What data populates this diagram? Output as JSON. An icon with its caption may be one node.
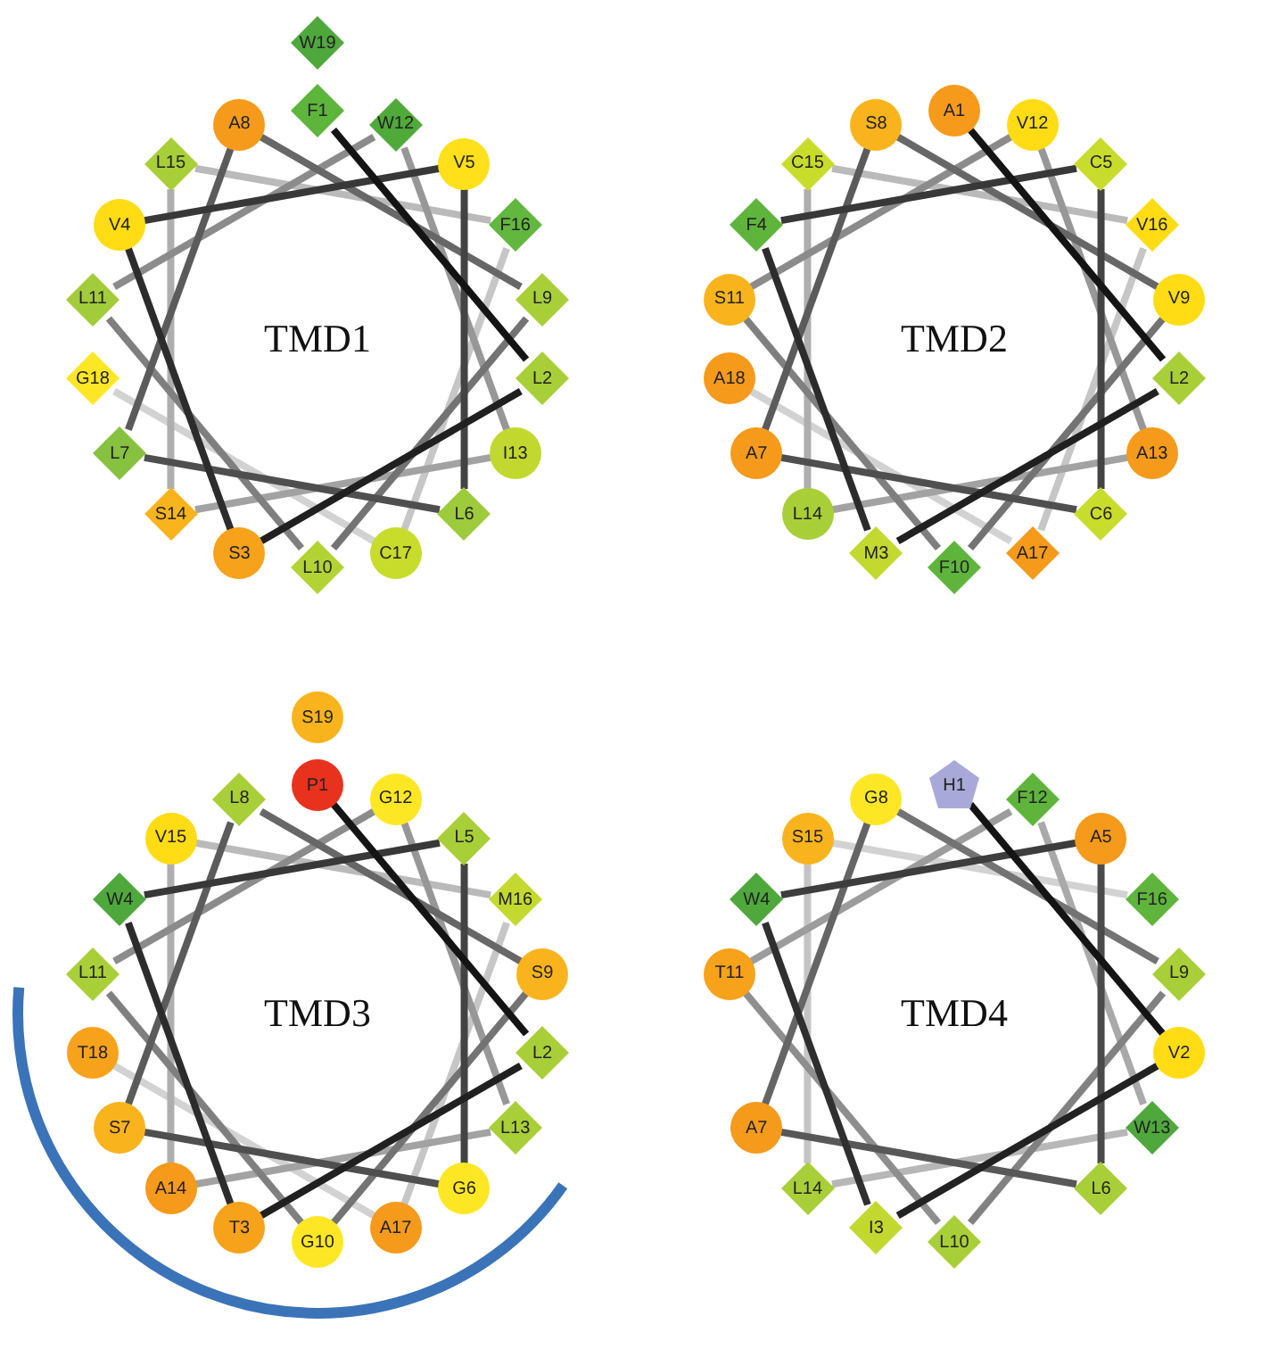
{
  "diagram": {
    "nodes": [
      {
        "text": [
          "F1"
        ]
      },
      {
        "text": [
          "L2"
        ]
      },
      {
        "text": [
          "S3"
        ]
      },
      {
        "text": [
          "V4"
        ]
      },
      {
        "text": [
          "V5"
        ]
      },
      {
        "text": [
          "L6"
        ]
      },
      {
        "text": [
          "L7"
        ]
      },
      {
        "text": [
          "A8"
        ]
      },
      {
        "text": [
          "L9"
        ]
      },
      {
        "text": [
          "L10"
        ]
      },
      {
        "text": [
          "L11"
        ]
      },
      {
        "text": [
          "W12"
        ]
      },
      {
        "text": [
          "I13"
        ]
      },
      {
        "text": [
          "S14"
        ]
      },
      {
        "text": [
          "L15"
        ]
      },
      {
        "text": [
          "F16"
        ]
      },
      {
        "text": [
          "C17"
        ]
      },
      {
        "text": [
          "G18"
        ]
      },
      {
        "text": [
          "W19"
        ]
      },
      {
        "text": [
          "A1"
        ]
      },
      {
        "text": [
          "L2"
        ]
      },
      {
        "text": [
          "M3"
        ]
      },
      {
        "text": [
          "F4"
        ]
      },
      {
        "text": [
          "C5"
        ]
      },
      {
        "text": [
          "C6"
        ]
      },
      {
        "text": [
          "A7"
        ]
      },
      {
        "text": [
          "S8"
        ]
      },
      {
        "text": [
          "V9"
        ]
      },
      {
        "text": [
          "F10"
        ]
      },
      {
        "text": [
          "S11"
        ]
      },
      {
        "text": [
          "V12"
        ]
      },
      {
        "text": [
          "A13"
        ]
      },
      {
        "text": [
          "L14"
        ]
      },
      {
        "text": [
          "C15"
        ]
      },
      {
        "text": [
          "V16"
        ]
      },
      {
        "text": [
          "A17"
        ]
      },
      {
        "text": [
          "A18"
        ]
      },
      {
        "text": [
          "P1"
        ]
      },
      {
        "text": [
          "L2"
        ]
      },
      {
        "text": [
          "T3"
        ]
      },
      {
        "text": [
          "W4"
        ]
      },
      {
        "text": [
          "L5"
        ]
      },
      {
        "text": [
          "G6"
        ]
      },
      {
        "text": [
          "S7"
        ]
      },
      {
        "text": [
          "L8"
        ]
      },
      {
        "text": [
          "S9"
        ]
      },
      {
        "text": [
          "G10"
        ]
      },
      {
        "text": [
          "L11"
        ]
      },
      {
        "text": [
          "G12"
        ]
      },
      {
        "text": [
          "L13"
        ]
      },
      {
        "text": [
          "A14"
        ]
      },
      {
        "text": [
          "V15"
        ]
      },
      {
        "text": [
          "M16"
        ]
      },
      {
        "text": [
          "A17"
        ]
      },
      {
        "text": [
          "T18"
        ]
      },
      {
        "text": [
          "S19"
        ]
      },
      {
        "text": [
          "H1"
        ]
      },
      {
        "text": [
          "V2"
        ]
      },
      {
        "text": [
          "I3"
        ]
      },
      {
        "text": [
          "W4"
        ]
      },
      {
        "text": [
          "A5"
        ]
      },
      {
        "text": [
          "L6"
        ]
      },
      {
        "text": [
          "A7"
        ]
      },
      {
        "text": [
          "G8"
        ]
      },
      {
        "text": [
          "L9"
        ]
      },
      {
        "text": [
          "L10"
        ]
      },
      {
        "text": [
          "T11"
        ]
      },
      {
        "text": [
          "F12"
        ]
      },
      {
        "text": [
          "W13"
        ]
      },
      {
        "text": [
          "L14"
        ]
      },
      {
        "text": [
          "S15"
        ]
      },
      {
        "text": [
          "F16"
        ]
      }
    ],
    "edges": [
      {
        "from": 0,
        "to": 1,
        "arrow": "none",
        "color": "#141414"
      },
      {
        "from": 1,
        "to": 2,
        "arrow": "none",
        "color": "#202020"
      },
      {
        "from": 2,
        "to": 3,
        "arrow": "none",
        "color": "#2c2c2c"
      },
      {
        "from": 3,
        "to": 4,
        "arrow": "none",
        "color": "#383838"
      },
      {
        "from": 4,
        "to": 5,
        "arrow": "none",
        "color": "#434343"
      },
      {
        "from": 5,
        "to": 6,
        "arrow": "none",
        "color": "#4f4f4f"
      },
      {
        "from": 6,
        "to": 7,
        "arrow": "none",
        "color": "#5b5b5b"
      },
      {
        "from": 7,
        "to": 8,
        "arrow": "none",
        "color": "#676767"
      },
      {
        "from": 8,
        "to": 9,
        "arrow": "none",
        "color": "#737373"
      },
      {
        "from": 9,
        "to": 10,
        "arrow": "none",
        "color": "#7f7f7f"
      },
      {
        "from": 10,
        "to": 11,
        "arrow": "none",
        "color": "#8b8b8b"
      },
      {
        "from": 11,
        "to": 12,
        "arrow": "none",
        "color": "#979797"
      },
      {
        "from": 12,
        "to": 13,
        "arrow": "none",
        "color": "#a2a2a2"
      },
      {
        "from": 13,
        "to": 14,
        "arrow": "none",
        "color": "#aeaeae"
      },
      {
        "from": 14,
        "to": 15,
        "arrow": "none",
        "color": "#bababa"
      },
      {
        "from": 15,
        "to": 16,
        "arrow": "none",
        "color": "#c6c6c6"
      },
      {
        "from": 16,
        "to": 17,
        "arrow": "none",
        "color": "#d2d2d2"
      },
      {
        "from": 19,
        "to": 20,
        "arrow": "none",
        "color": "#141414"
      },
      {
        "from": 20,
        "to": 21,
        "arrow": "none",
        "color": "#202020"
      },
      {
        "from": 21,
        "to": 22,
        "arrow": "none",
        "color": "#2c2c2c"
      },
      {
        "from": 22,
        "to": 23,
        "arrow": "none",
        "color": "#383838"
      },
      {
        "from": 23,
        "to": 24,
        "arrow": "none",
        "color": "#434343"
      },
      {
        "from": 24,
        "to": 25,
        "arrow": "none",
        "color": "#4f4f4f"
      },
      {
        "from": 25,
        "to": 26,
        "arrow": "none",
        "color": "#5b5b5b"
      },
      {
        "from": 26,
        "to": 27,
        "arrow": "none",
        "color": "#676767"
      },
      {
        "from": 27,
        "to": 28,
        "arrow": "none",
        "color": "#737373"
      },
      {
        "from": 28,
        "to": 29,
        "arrow": "none",
        "color": "#7f7f7f"
      },
      {
        "from": 29,
        "to": 30,
        "arrow": "none",
        "color": "#8b8b8b"
      },
      {
        "from": 30,
        "to": 31,
        "arrow": "none",
        "color": "#979797"
      },
      {
        "from": 31,
        "to": 32,
        "arrow": "none",
        "color": "#a2a2a2"
      },
      {
        "from": 32,
        "to": 33,
        "arrow": "none",
        "color": "#aeaeae"
      },
      {
        "from": 33,
        "to": 34,
        "arrow": "none",
        "color": "#bababa"
      },
      {
        "from": 34,
        "to": 35,
        "arrow": "none",
        "color": "#c6c6c6"
      },
      {
        "from": 35,
        "to": 36,
        "arrow": "none",
        "color": "#d2d2d2"
      },
      {
        "from": 37,
        "to": 38,
        "arrow": "none",
        "color": "#141414"
      },
      {
        "from": 38,
        "to": 39,
        "arrow": "none",
        "color": "#202020"
      },
      {
        "from": 39,
        "to": 40,
        "arrow": "none",
        "color": "#2c2c2c"
      },
      {
        "from": 40,
        "to": 41,
        "arrow": "none",
        "color": "#383838"
      },
      {
        "from": 41,
        "to": 42,
        "arrow": "none",
        "color": "#434343"
      },
      {
        "from": 42,
        "to": 43,
        "arrow": "none",
        "color": "#4f4f4f"
      },
      {
        "from": 43,
        "to": 44,
        "arrow": "none",
        "color": "#5b5b5b"
      },
      {
        "from": 44,
        "to": 45,
        "arrow": "none",
        "color": "#676767"
      },
      {
        "from": 45,
        "to": 46,
        "arrow": "none",
        "color": "#737373"
      },
      {
        "from": 46,
        "to": 47,
        "arrow": "none",
        "color": "#7f7f7f"
      },
      {
        "from": 47,
        "to": 48,
        "arrow": "none",
        "color": "#8b8b8b"
      },
      {
        "from": 48,
        "to": 49,
        "arrow": "none",
        "color": "#979797"
      },
      {
        "from": 49,
        "to": 50,
        "arrow": "none",
        "color": "#a2a2a2"
      },
      {
        "from": 50,
        "to": 51,
        "arrow": "none",
        "color": "#aeaeae"
      },
      {
        "from": 51,
        "to": 52,
        "arrow": "none",
        "color": "#bababa"
      },
      {
        "from": 52,
        "to": 53,
        "arrow": "none",
        "color": "#c6c6c6"
      },
      {
        "from": 53,
        "to": 54,
        "arrow": "none",
        "color": "#d2d2d2"
      },
      {
        "from": 56,
        "to": 57,
        "arrow": "none",
        "color": "#141414"
      },
      {
        "from": 57,
        "to": 58,
        "arrow": "none",
        "color": "#222222"
      },
      {
        "from": 58,
        "to": 59,
        "arrow": "none",
        "color": "#2f2f2f"
      },
      {
        "from": 59,
        "to": 60,
        "arrow": "none",
        "color": "#3d3d3d"
      },
      {
        "from": 60,
        "to": 61,
        "arrow": "none",
        "color": "#4a4a4a"
      },
      {
        "from": 61,
        "to": 62,
        "arrow": "none",
        "color": "#585858"
      },
      {
        "from": 62,
        "to": 63,
        "arrow": "none",
        "color": "#656565"
      },
      {
        "from": 63,
        "to": 64,
        "arrow": "none",
        "color": "#737373"
      },
      {
        "from": 64,
        "to": 65,
        "arrow": "none",
        "color": "#818181"
      },
      {
        "from": 65,
        "to": 66,
        "arrow": "none",
        "color": "#8e8e8e"
      },
      {
        "from": 66,
        "to": 67,
        "arrow": "none",
        "color": "#9c9c9c"
      },
      {
        "from": 67,
        "to": 68,
        "arrow": "none",
        "color": "#a9a9a9"
      },
      {
        "from": 68,
        "to": 69,
        "arrow": "none",
        "color": "#b7b7b7"
      },
      {
        "from": 69,
        "to": 70,
        "arrow": "none",
        "color": "#c4c4c4"
      },
      {
        "from": 70,
        "to": 71,
        "arrow": "none",
        "color": "#d2d2d2"
      }
    ],
    "labels": [
      "TMD1",
      "TMD2",
      "TMD3",
      "TMD4"
    ]
  }
}
